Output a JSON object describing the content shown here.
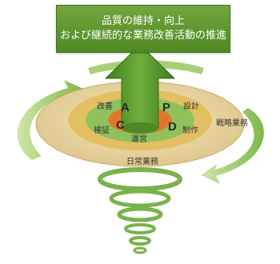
{
  "banner": {
    "line1": "品質の維持・向上",
    "line2": "および継続的な業務改善活動の推進"
  },
  "cycle": {
    "p_letter": "P",
    "p_label": "設計",
    "d_letter": "D",
    "d_label": "制作",
    "c_letter": "C",
    "c_label": "検証",
    "a_letter": "A",
    "a_label": "改善",
    "center_label": "運営"
  },
  "rings": {
    "strategic_label": "戦略業務",
    "daily_label": "日常業務"
  },
  "colors": {
    "banner_green": "#5e962d",
    "arrow_green": "#5a9b32",
    "orange_ring": "#e4762a",
    "yellow_ring": "#e6c86a",
    "tan_ring": "#ead7a3",
    "light_green": "#b6d88c"
  }
}
